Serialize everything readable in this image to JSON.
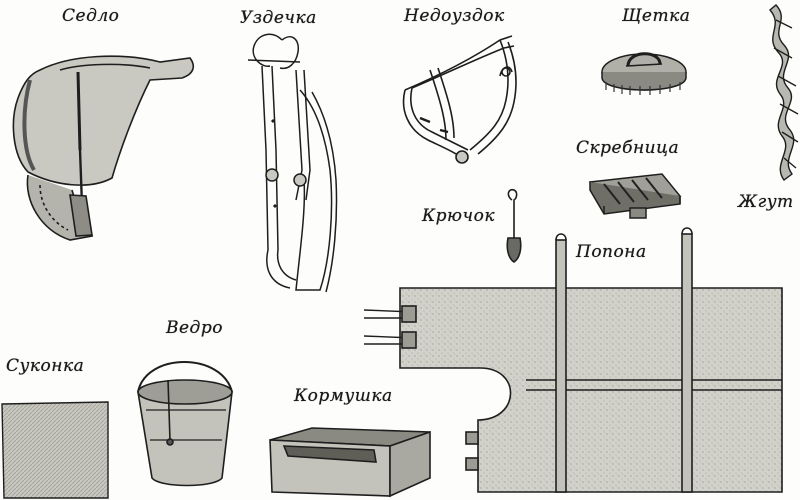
{
  "colors": {
    "ink": "#1e1e1e",
    "fill_light": "#c9c9c2",
    "fill_mid": "#a9a9a1",
    "fill_dark": "#6f6f68",
    "paper": "#fdfdfb"
  },
  "items": {
    "saddle": {
      "label": "Седло",
      "icon": "saddle-icon"
    },
    "bridle": {
      "label": "Уздечка",
      "icon": "bridle-icon"
    },
    "halter": {
      "label": "Недоуздок",
      "icon": "halter-icon"
    },
    "brush": {
      "label": "Щетка",
      "icon": "brush-icon"
    },
    "wisp": {
      "label": "Жгут",
      "icon": "twisted-rope-icon"
    },
    "curry_comb": {
      "label": "Скребница",
      "icon": "curry-comb-icon"
    },
    "hoof_pick": {
      "label": "Крючок",
      "icon": "hoof-pick-hook-icon"
    },
    "blanket": {
      "label": "Попона",
      "icon": "horse-blanket-icon"
    },
    "cloth": {
      "label": "Суконка",
      "icon": "cloth-icon"
    },
    "bucket": {
      "label": "Ведро",
      "icon": "bucket-icon"
    },
    "feeder": {
      "label": "Кормушка",
      "icon": "feeder-trough-icon"
    }
  }
}
